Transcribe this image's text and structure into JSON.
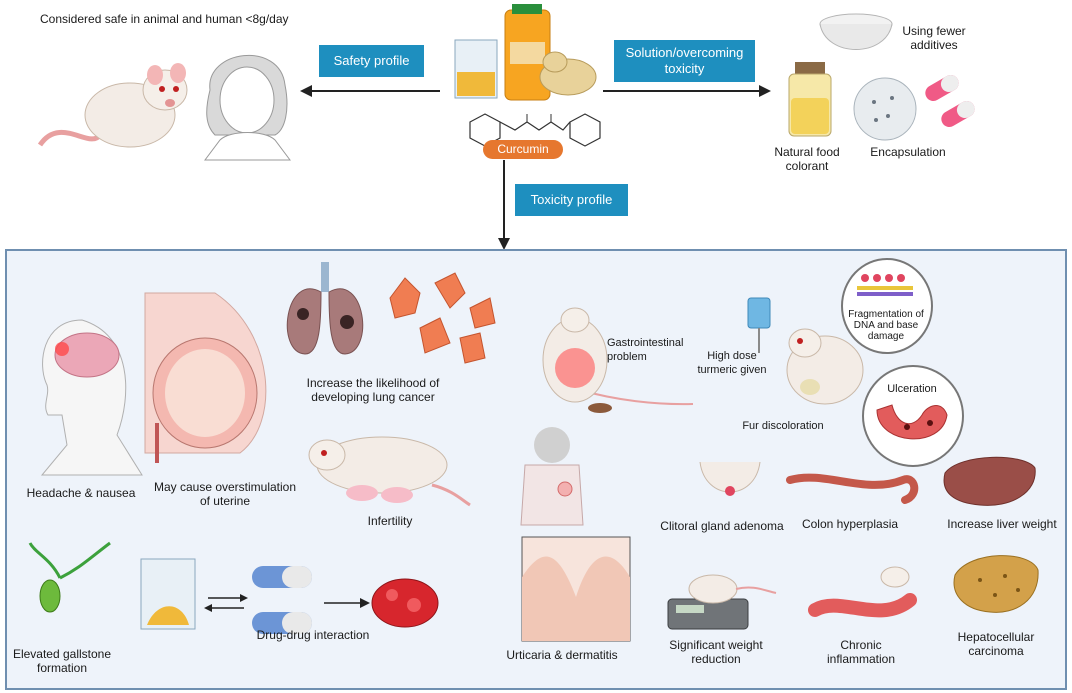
{
  "top": {
    "safe_note": "Considered safe in animal and human <8g/day",
    "safety_profile": "Safety profile",
    "solution_tag": "Solution/overcoming toxicity",
    "toxicity_profile": "Toxicity profile",
    "curcumin": "Curcumin",
    "fewer_additives": "Using fewer additives",
    "natural_colorant": "Natural food colorant",
    "encapsulation": "Encapsulation"
  },
  "effects": {
    "headache": "Headache & nausea",
    "uterine": "May cause overstimulation of uterine",
    "lung": "Increase the likelihood of developing lung cancer",
    "infertility": "Infertility",
    "gi": "Gastrointestinal problem",
    "high_dose": "High dose turmeric given",
    "dna": "Fragmentation of DNA and base damage",
    "ulceration": "Ulceration",
    "fur": "Fur discoloration",
    "clitoral": "Clitoral gland adenoma",
    "colon": "Colon hyperplasia",
    "liver_weight": "Increase liver weight",
    "gallstone": "Elevated gallstone formation",
    "ddi": "Drug-drug interaction",
    "urticaria": "Urticaria & dermatitis",
    "weight_reduction": "Significant weight reduction",
    "inflammation": "Chronic inflammation",
    "hcc": "Hepatocellular carcinoma"
  },
  "colors": {
    "tag": "#1e8fbf",
    "curcumin_pill": "#e6772e",
    "panel_bg": "#eef3fa",
    "panel_border": "#6f8fb0"
  }
}
